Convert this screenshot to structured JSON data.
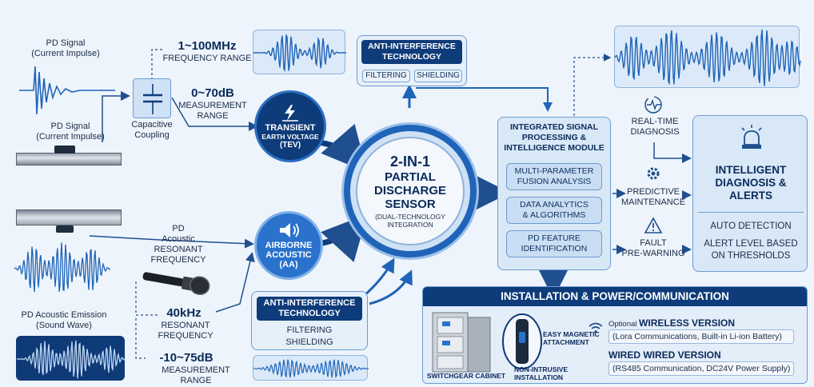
{
  "left": {
    "pd_signal_top": [
      "PD Signal",
      "(Current Impulse)"
    ],
    "pd_signal_mid": [
      "PD Signal",
      "(Current Impulse)"
    ],
    "capacitive": [
      "Capacitive",
      "Coupling"
    ],
    "freq_value": "1~100MHz",
    "freq_label": "FREQUENCY RANGE",
    "meas_value": "0~70dB",
    "meas_label": [
      "MEASUREMENT",
      "RANGE"
    ],
    "pd_acoustic": [
      "PD",
      "Acoustic",
      "RESONANT",
      "FREQUENCY"
    ],
    "pd_emission": [
      "PD Acoustic Emission",
      "(Sound Wave)"
    ],
    "res_value": "40kHz",
    "res_label": [
      "RESONANT",
      "FREQUENCY"
    ],
    "aa_meas_value": "-10~75dB",
    "aa_meas_label": "MEASUREMENT RANGE"
  },
  "tev": {
    "title": "TRANSIENT",
    "sub": "EARTH VOLTAGE",
    "abbr": "(TEV)"
  },
  "aa": {
    "title": "AIRBORNE",
    "sub": "ACOUSTIC",
    "abbr": "(AA)"
  },
  "anti_top": {
    "title": [
      "ANTI-INTERFERENCE",
      "TECHNOLOGY"
    ],
    "chips": [
      "FILTERING",
      "SHIELDING"
    ]
  },
  "anti_bottom": {
    "title": [
      "ANTI-INTERFERENCE",
      "TECHNOLOGY"
    ],
    "items": [
      "FILTERING",
      "SHIELDING"
    ]
  },
  "center": {
    "l1": "2-IN-1",
    "l2": "PARTIAL",
    "l3": "DISCHARGE",
    "l4": "SENSOR",
    "s1": "(DUAL-TECHNOLOGY",
    "s2": "INTEGRATION"
  },
  "module": {
    "title": [
      "INTEGRATED SIGNAL",
      "PROCESSING &",
      "INTELLIGENCE MODULE"
    ],
    "items": [
      [
        "MULTI-PARAMETER",
        "FUSION ANALYSIS"
      ],
      [
        "DATA ANALYTICS",
        "& ALGORITHMS"
      ],
      [
        "PD FEATURE",
        "IDENTIFICATION"
      ]
    ]
  },
  "right_labels": {
    "realtime": [
      "REAL-TIME",
      "DIAGNOSIS"
    ],
    "predictive": [
      "PREDICTIVE",
      "MAINTENANCE"
    ],
    "fault": [
      "FAULT",
      "PRE-WARNING"
    ]
  },
  "alerts": {
    "title": [
      "INTELLIGENT",
      "DIAGNOSIS &",
      "ALERTS"
    ],
    "auto": "AUTO DETECTION",
    "level": [
      "ALERT LEVEL BASED",
      "ON THRESHOLDS"
    ]
  },
  "install": {
    "title": "INSTALLATION & POWER/COMMUNICATION",
    "cabinet": "SWITCHGEAR CABINET",
    "magnetic": [
      "EASY MAGNETIC",
      "ATTACHMENT"
    ],
    "nonintrusive": [
      "NON-INTRUSIVE",
      "INSTALLATION"
    ],
    "wireless_prefix": "Optional",
    "wireless_title": "WIRELESS VERSION",
    "wireless_detail": "(Lora Communications, Built-in Li-ion Battery)",
    "wired_title": "WIRED WIRED VERSION",
    "wired_detail": "(RS485 Communication, DC24V Power Supply)"
  },
  "colors": {
    "navy": "#0e3b7a",
    "blue": "#1f64b8",
    "light": "#d9e8f7",
    "bg": "#eef4fb"
  }
}
